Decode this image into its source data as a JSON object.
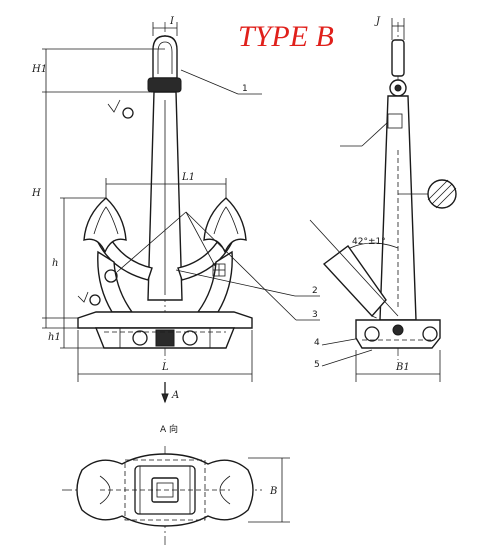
{
  "title": "TYPE B",
  "view_caption": "A 向",
  "section_arrow_label": "A",
  "angle_label": "42°±1°",
  "dimensions": {
    "I": "I",
    "J": "J",
    "H1": "H1",
    "H": "H",
    "h": "h",
    "h1": "h1",
    "L": "L",
    "L1": "L1",
    "B1": "B1",
    "B": "B"
  },
  "callouts": [
    "1",
    "2",
    "3",
    "4",
    "5"
  ],
  "colors": {
    "title": "#e0201b",
    "line": "#1a1a1a"
  }
}
